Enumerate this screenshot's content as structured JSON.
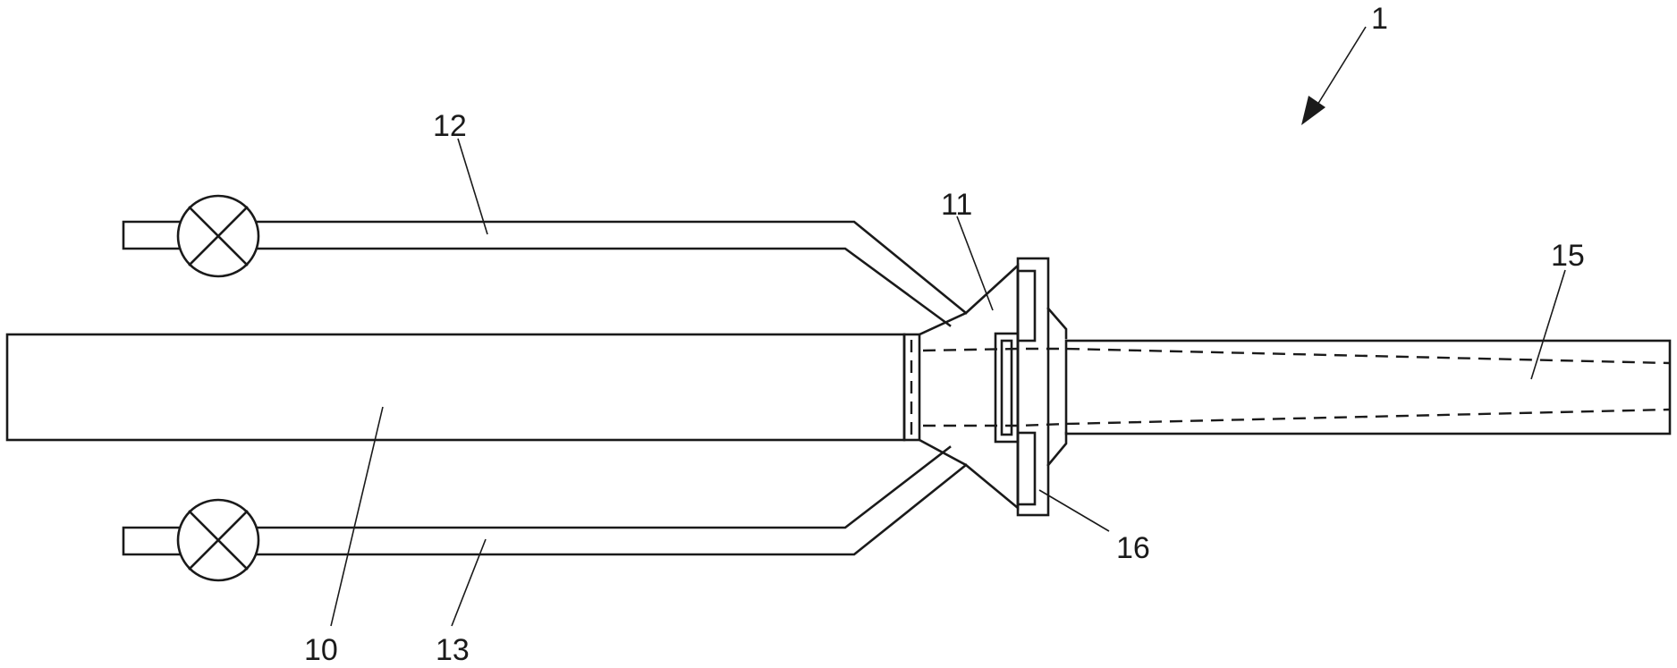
{
  "figure": {
    "labels": {
      "assembly": "1",
      "tube": "10",
      "cone": "11",
      "upper_line": "12",
      "lower_line": "13",
      "outlet_tube": "15",
      "flange": "16"
    }
  }
}
